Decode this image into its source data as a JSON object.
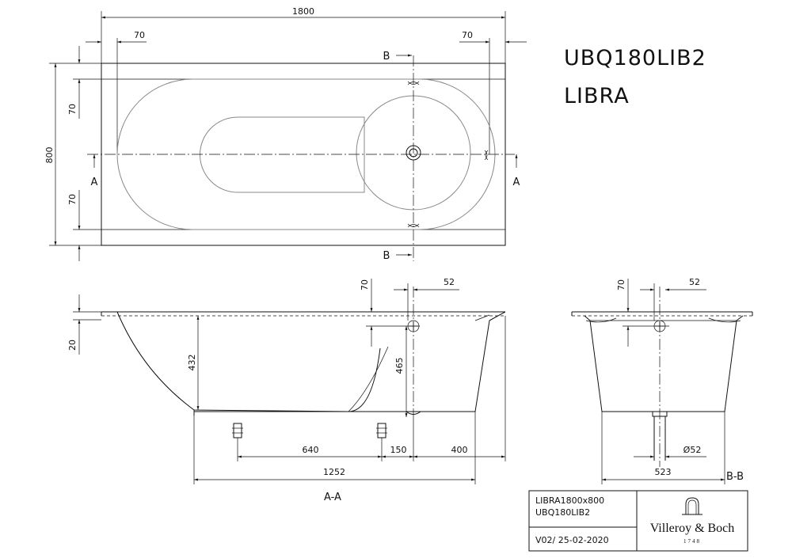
{
  "header": {
    "model_code": "UBQ180LIB2",
    "model_name": "LIBRA"
  },
  "plan_view": {
    "length_label": "1800",
    "width_label": "800",
    "rim_left_label": "70",
    "rim_right_label": "70",
    "rim_top_label": "70",
    "rim_bottom_label": "70",
    "section_a_left": "A",
    "section_a_right": "A",
    "section_b_top": "B",
    "section_b_bottom": "B"
  },
  "section_aa": {
    "label": "A-A",
    "rim_height_label": "20",
    "depth_label": "432",
    "overflow_offset_label": "70",
    "overflow_x_label": "52",
    "waste_depth_label": "465",
    "leg_spacing_label": "640",
    "leg_to_drain_label": "150",
    "drain_to_end_label": "400",
    "base_length_label": "1252"
  },
  "section_bb": {
    "label": "B-B",
    "overflow_offset_label": "70",
    "overflow_x_label": "52",
    "drain_diameter_label": "Ø52",
    "base_width_label": "523"
  },
  "title_block": {
    "product_line1": "LIBRA1800x800",
    "product_line2": "UBQ180LIB2",
    "version": "V02/ 25-02-2020",
    "brand": "Villeroy & Boch",
    "year": "1748"
  }
}
